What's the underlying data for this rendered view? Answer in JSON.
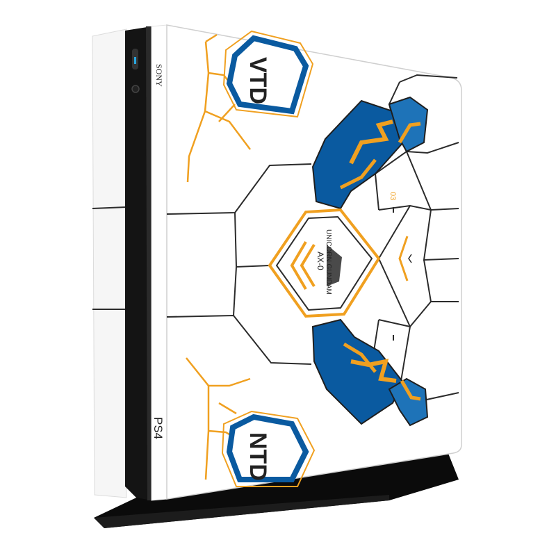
{
  "product": {
    "brand_label": "SONY",
    "model_label": "PS4",
    "badge_top": "VTD",
    "badge_bottom": "NTD",
    "emblem_text_line1": "UNICORN GUNDAM",
    "emblem_text_line2": "AX-0",
    "serial_text": "03"
  },
  "colors": {
    "skin_white": "#ffffff",
    "panel_line": "#2b2b2b",
    "accent_orange": "#f0a020",
    "accent_blue": "#0a5aa0",
    "accent_blue_light": "#1e73b8",
    "console_black": "#111111",
    "stand_black": "#0a0a0a"
  },
  "icons": [
    "power-button-icon",
    "eject-button-icon",
    "usb-port-icon"
  ]
}
